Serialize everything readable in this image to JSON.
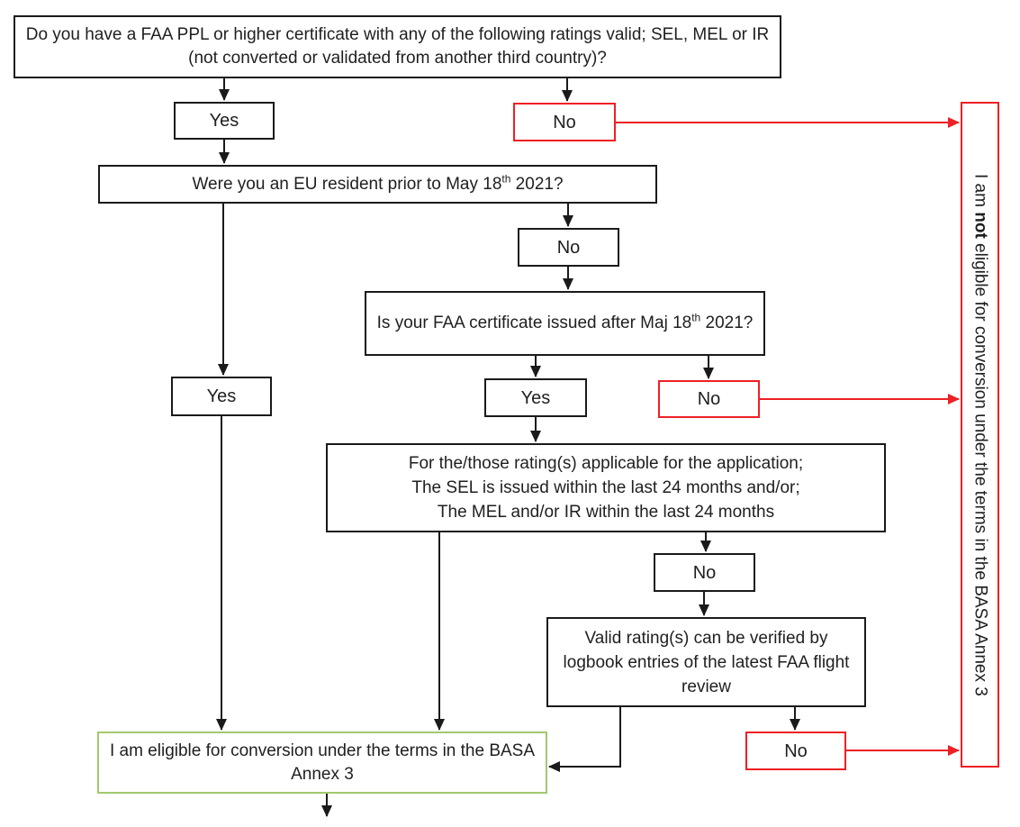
{
  "title": "FAA PPL conversion eligibility flowchart",
  "colors": {
    "black": "#1a1a1a",
    "red": "#ed2024",
    "green": "#a2c86d"
  },
  "nodes": {
    "q1": {
      "text": "Do you have a FAA PPL or higher certificate with any of the following ratings valid; SEL, MEL or IR (not converted or validated from another third country)?"
    },
    "yes1": {
      "label": "Yes"
    },
    "no1": {
      "label": "No"
    },
    "q2": {
      "before": "Were you an EU resident prior to May 18",
      "sup": "th",
      "after": " 2021?"
    },
    "no2": {
      "label": "No"
    },
    "q3": {
      "before": "Is your FAA certificate issued after Maj 18",
      "sup": "th",
      "after": " 2021?"
    },
    "yes3": {
      "label": "Yes"
    },
    "yes4": {
      "label": "Yes"
    },
    "no4": {
      "label": "No"
    },
    "q5": {
      "lines": [
        "For the/those rating(s) applicable for the application;",
        "The SEL is issued within the last 24 months and/or;",
        "The MEL and/or IR within the last 24 months"
      ]
    },
    "no5": {
      "label": "No"
    },
    "q6": {
      "text": "Valid rating(s) can be verified by logbook entries of the latest FAA flight review"
    },
    "no6": {
      "label": "No"
    },
    "eligible": {
      "text": "I am eligible for conversion under the terms in the BASA Annex 3"
    },
    "not_eligible": {
      "before": "I am ",
      "bold": "not",
      "after": " eligible for conversion under the terms in the BASA Annex 3"
    }
  }
}
